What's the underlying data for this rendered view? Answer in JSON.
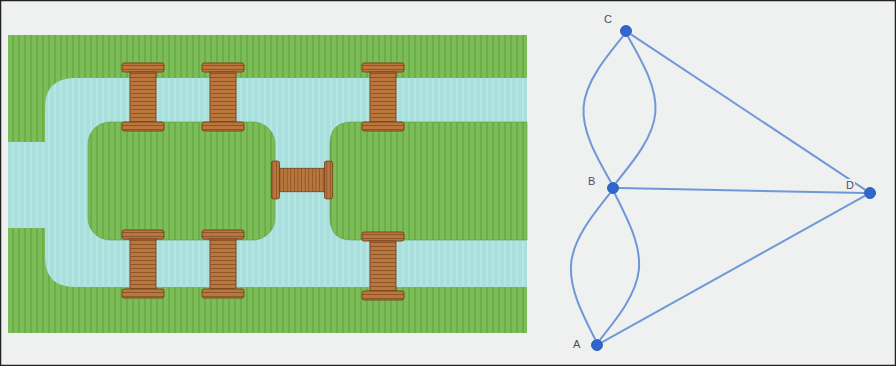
{
  "diagram": {
    "nodes": [
      {
        "text": [
          "C"
        ]
      },
      {
        "text": [
          "B"
        ]
      },
      {
        "text": [
          "D"
        ]
      },
      {
        "text": [
          "A"
        ]
      }
    ],
    "edges": [
      {
        "from": 0,
        "to": 1,
        "arrow": "none"
      },
      {
        "from": 0,
        "to": 1,
        "arrow": "none"
      },
      {
        "from": 1,
        "to": 3,
        "arrow": "none"
      },
      {
        "from": 1,
        "to": 3,
        "arrow": "none"
      },
      {
        "from": 0,
        "to": 2,
        "arrow": "none"
      },
      {
        "from": 1,
        "to": 2,
        "arrow": "none"
      },
      {
        "from": 3,
        "to": 2,
        "arrow": "none"
      }
    ]
  }
}
